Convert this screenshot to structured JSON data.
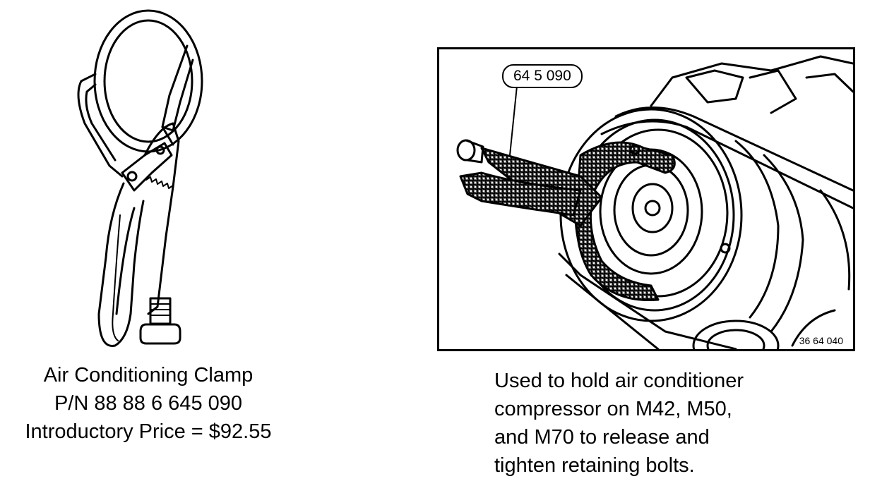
{
  "left_panel": {
    "caption_lines": [
      "Air Conditioning Clamp",
      "P/N 88 88 6 645 090",
      "Introductory Price = $92.55"
    ]
  },
  "right_panel": {
    "callout_label": "64 5 090",
    "figure_code": "36 64 040",
    "caption_lines": [
      "Used to hold air conditioner",
      "compressor on M42, M50,",
      "and M70 to release and",
      "tighten retaining bolts."
    ]
  }
}
